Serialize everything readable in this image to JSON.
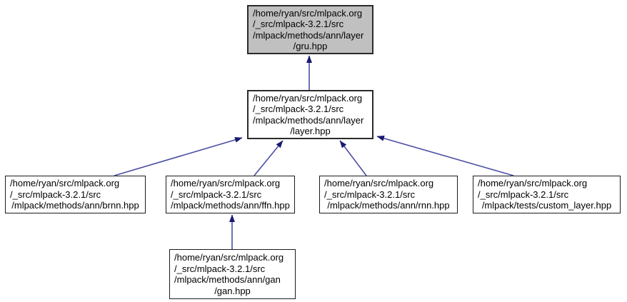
{
  "graph": {
    "type": "doxygen-include-dependency-graph",
    "colors": {
      "edge_head": "#191970",
      "edge_line": "#4a4da2",
      "node_fill": "#ffffff",
      "current_node_fill": "#c0c0c0",
      "node_border": "#1c1c1c",
      "background": "#ffffff"
    },
    "nodes": {
      "gru": {
        "lines": [
          "/home/ryan/src/mlpack.org",
          "/_src/mlpack-3.2.1/src",
          "/mlpack/methods/ann/layer",
          "/gru.hpp"
        ],
        "current": true
      },
      "layer": {
        "lines": [
          "/home/ryan/src/mlpack.org",
          "/_src/mlpack-3.2.1/src",
          "/mlpack/methods/ann/layer",
          "/layer.hpp"
        ]
      },
      "brnn": {
        "lines": [
          "/home/ryan/src/mlpack.org",
          "/_src/mlpack-3.2.1/src",
          "/mlpack/methods/ann/brnn.hpp"
        ]
      },
      "ffn": {
        "lines": [
          "/home/ryan/src/mlpack.org",
          "/_src/mlpack-3.2.1/src",
          "/mlpack/methods/ann/ffn.hpp"
        ]
      },
      "rnn": {
        "lines": [
          "/home/ryan/src/mlpack.org",
          "/_src/mlpack-3.2.1/src",
          "/mlpack/methods/ann/rnn.hpp"
        ]
      },
      "custom": {
        "lines": [
          "/home/ryan/src/mlpack.org",
          "/_src/mlpack-3.2.1/src",
          "/mlpack/tests/custom_layer.hpp"
        ]
      },
      "gan": {
        "lines": [
          "/home/ryan/src/mlpack.org",
          "/_src/mlpack-3.2.1/src",
          "/mlpack/methods/ann/gan",
          "/gan.hpp"
        ]
      }
    },
    "edges": [
      {
        "from": "layer.hpp",
        "to": "gru.hpp"
      },
      {
        "from": "brnn.hpp",
        "to": "layer.hpp"
      },
      {
        "from": "ffn.hpp",
        "to": "layer.hpp"
      },
      {
        "from": "rnn.hpp",
        "to": "layer.hpp"
      },
      {
        "from": "custom_layer.hpp",
        "to": "layer.hpp"
      },
      {
        "from": "gan.hpp",
        "to": "ffn.hpp"
      }
    ]
  }
}
